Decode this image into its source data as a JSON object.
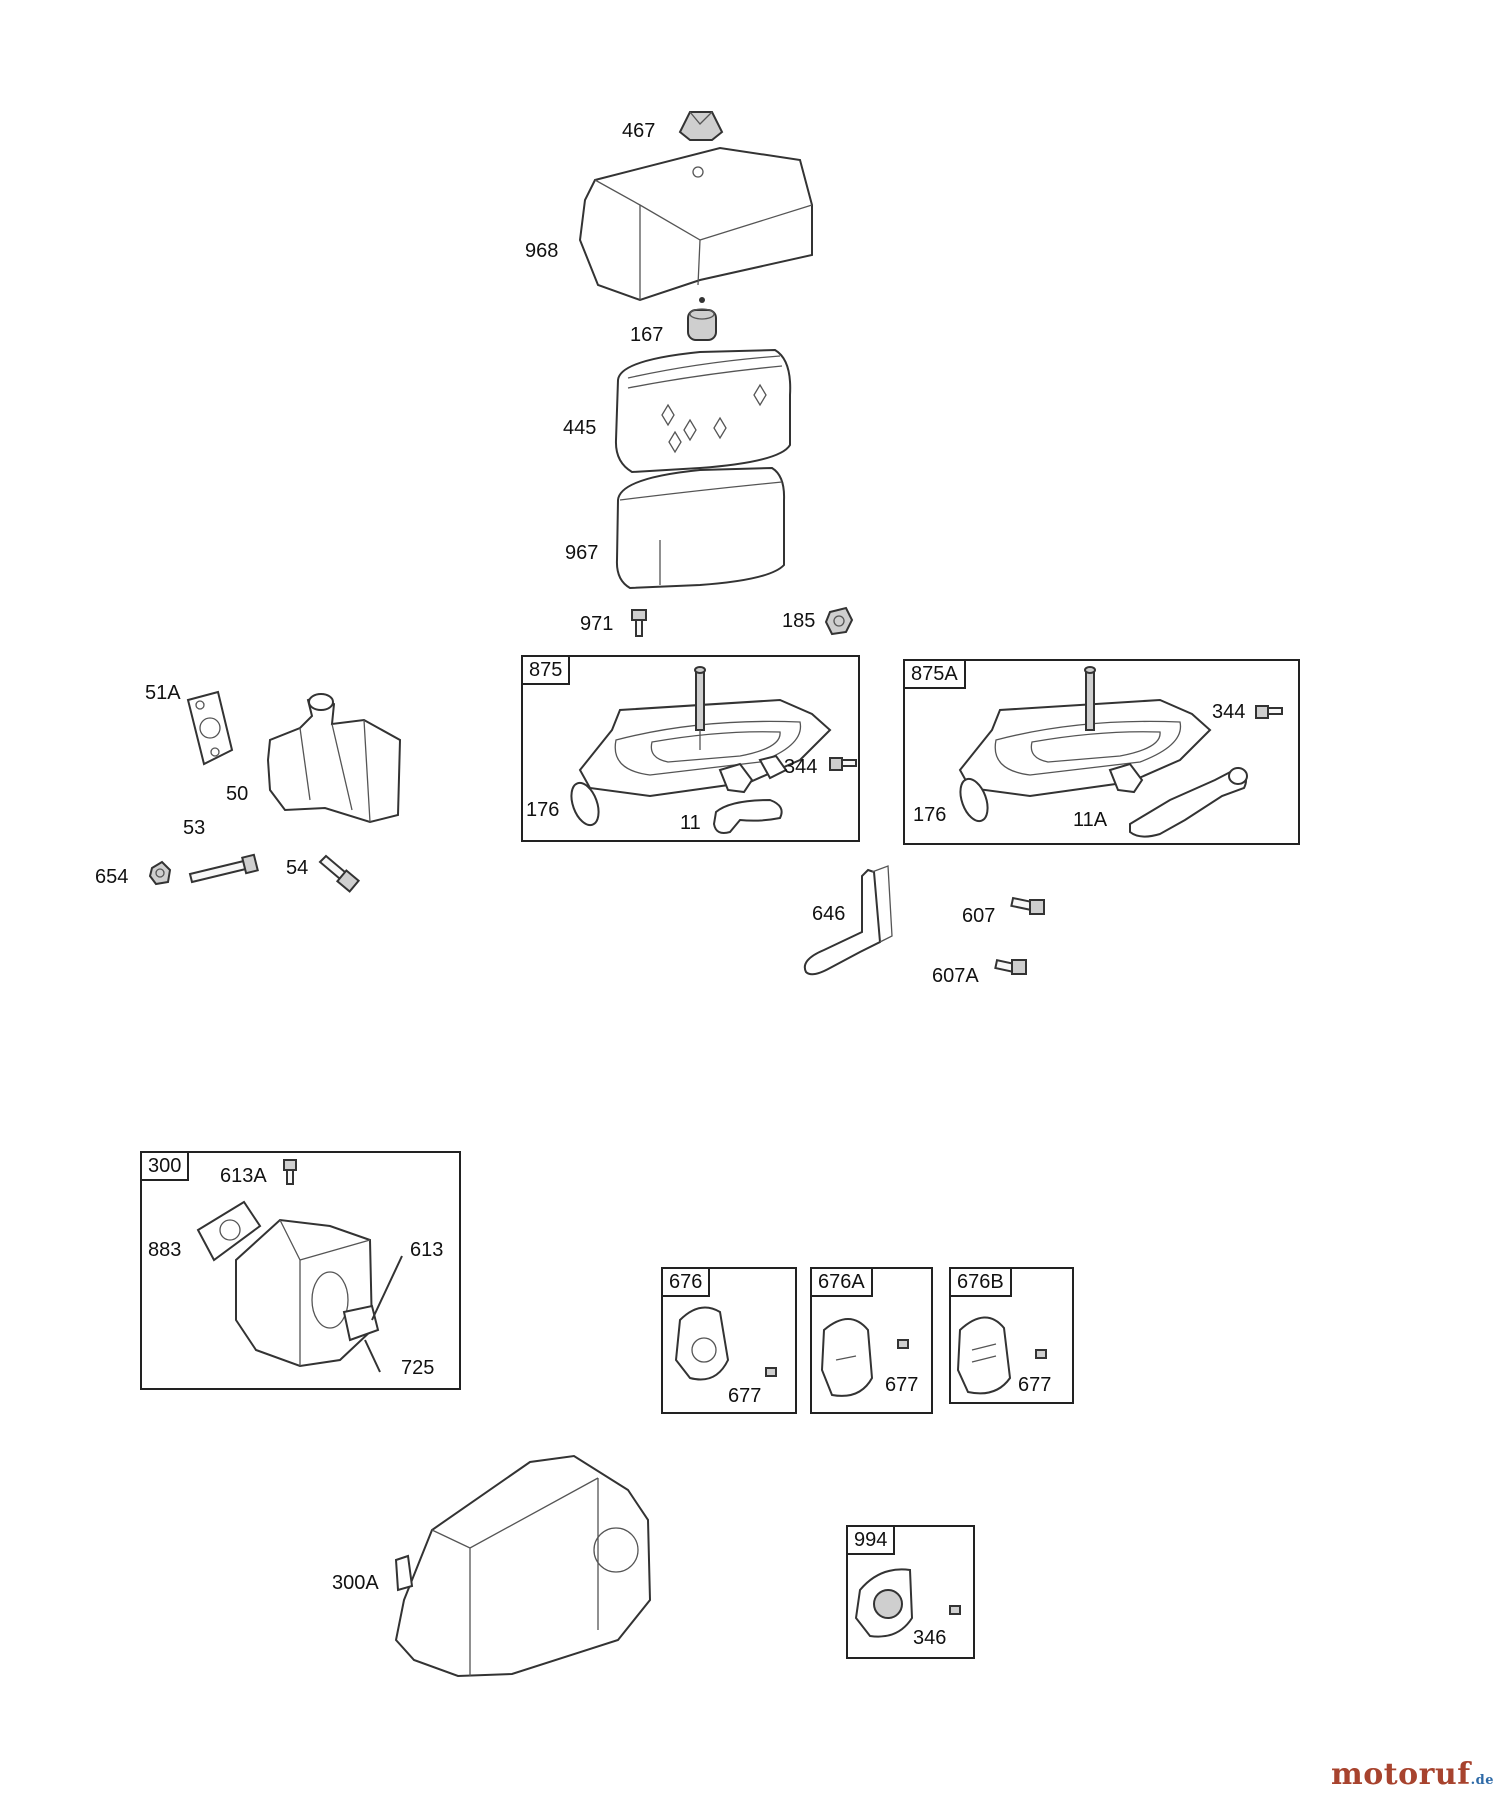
{
  "boxes": {
    "b875": "875",
    "b875A": "875A",
    "b300": "300",
    "b676": "676",
    "b676A": "676A",
    "b676B": "676B",
    "b994": "994"
  },
  "labels": {
    "l467": "467",
    "l968": "968",
    "l167": "167",
    "l445": "445",
    "l967": "967",
    "l971": "971",
    "l185": "185",
    "l51A": "51A",
    "l50": "50",
    "l53": "53",
    "l54": "54",
    "l654": "654",
    "l176a": "176",
    "l11": "11",
    "l344a": "344",
    "l176b": "176",
    "l11A": "11A",
    "l344b": "344",
    "l646": "646",
    "l607": "607",
    "l607A": "607A",
    "l613A": "613A",
    "l883": "883",
    "l613": "613",
    "l725": "725",
    "l677a": "677",
    "l677b": "677",
    "l677c": "677",
    "l300A": "300A",
    "l346": "346"
  },
  "brand": {
    "name": "motoruf",
    "suffix": ".de"
  }
}
